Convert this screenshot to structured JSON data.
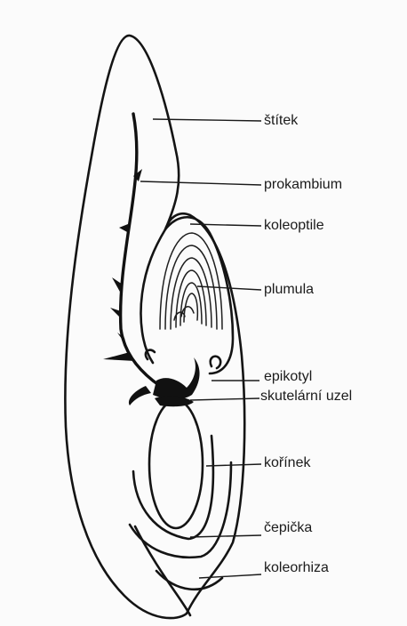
{
  "labels": {
    "stitek": "štítek",
    "prokambium": "prokambium",
    "koleoptile": "koleoptile",
    "plumula": "plumula",
    "epikotyl": "epikotyl",
    "skutelarni_uzel": "skutelární uzel",
    "korinek": "kořínek",
    "cepicka": "čepička",
    "koleorhiza": "koleorhiza"
  },
  "colors": {
    "background": "#fbfbfb",
    "ink": "#141414"
  }
}
